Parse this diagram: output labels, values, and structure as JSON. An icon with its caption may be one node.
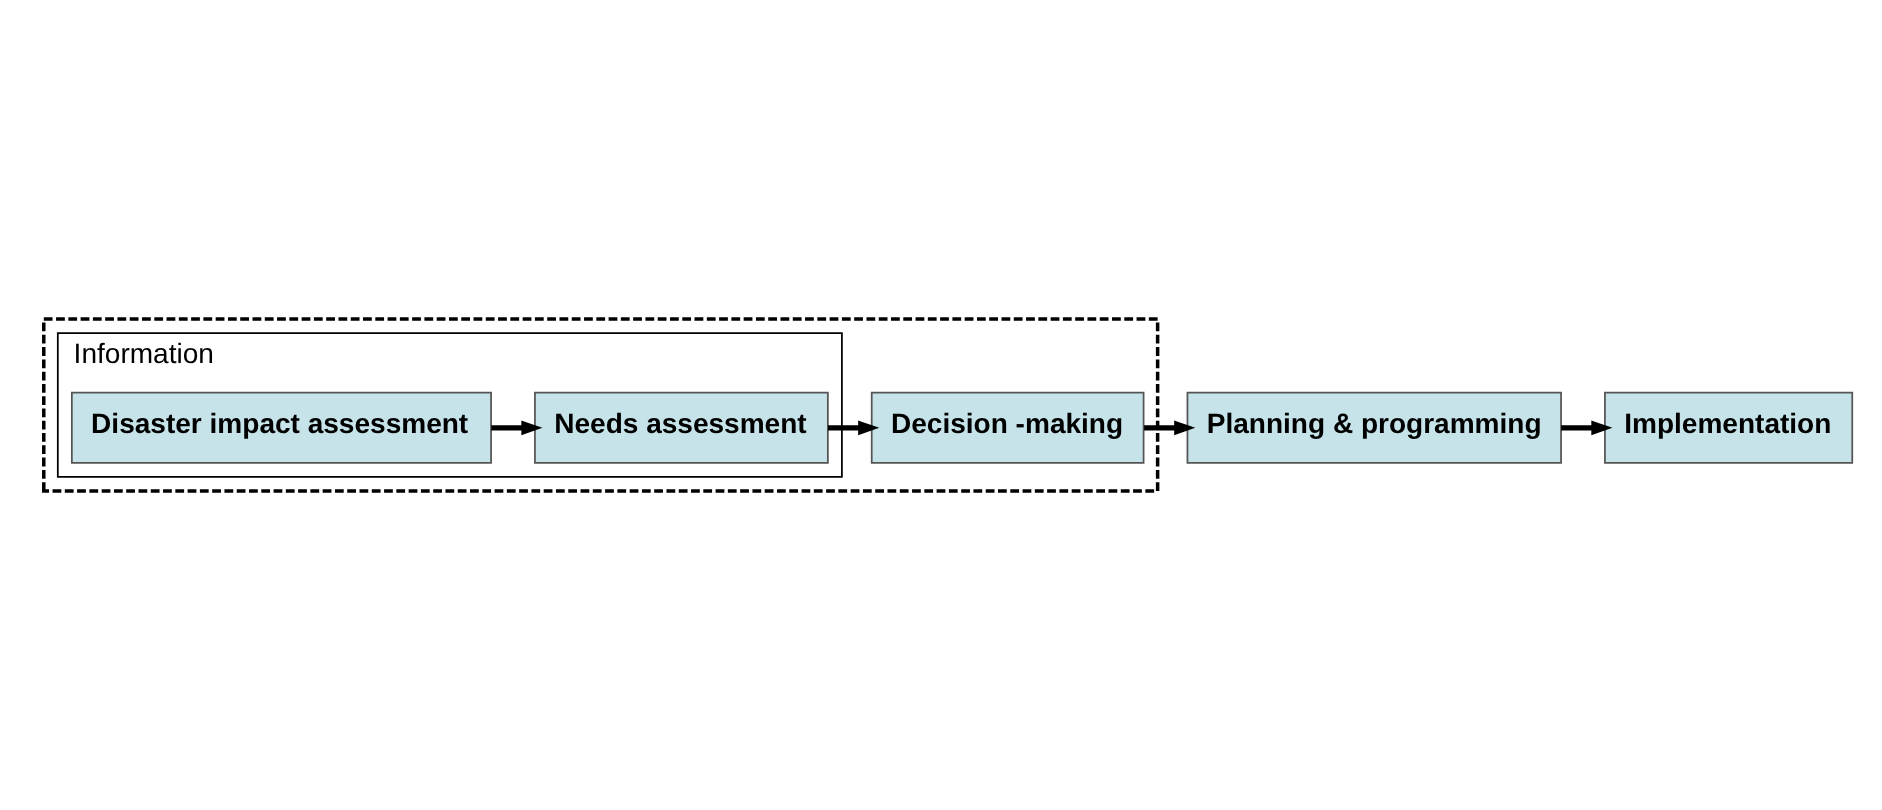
{
  "diagram": {
    "nodes": [
      {
        "text": [],
        "shape": "box"
      },
      {
        "text": [
          "Information"
        ],
        "in": 0
      },
      {
        "text": [
          "Disaster impact assessment"
        ],
        "in": 1
      },
      {
        "text": [
          "Needs assessment"
        ],
        "in": 1
      },
      {
        "text": [
          "Decision -making"
        ],
        "in": 0
      },
      {
        "text": [
          "Planning & programming"
        ]
      },
      {
        "text": [
          "Implementation"
        ]
      }
    ],
    "edges": [
      {
        "from": 2,
        "to": 3,
        "arrow": "to"
      },
      {
        "from": 3,
        "to": 4,
        "arrow": "to"
      },
      {
        "from": 4,
        "to": 5,
        "arrow": "to"
      },
      {
        "from": 5,
        "to": 6,
        "arrow": "to"
      }
    ]
  }
}
